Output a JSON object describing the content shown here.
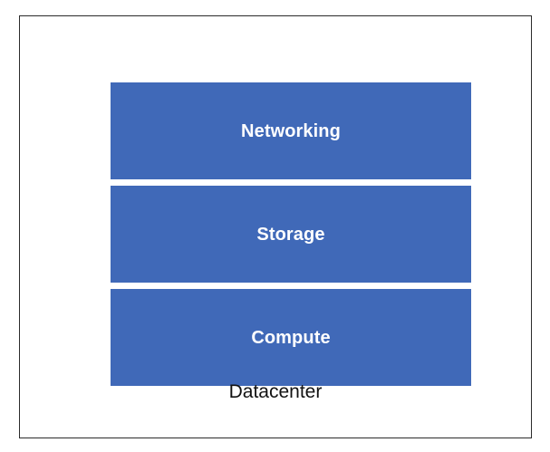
{
  "diagram": {
    "title": "Datacenter",
    "caption": "Datacenter",
    "type": "stacked-layers",
    "frame": {
      "border_color": "#2b2b2b",
      "background_color": "#ffffff"
    },
    "layer_color": "#4069b8",
    "layer_label_color": "#ffffff",
    "caption_color": "#121212",
    "layers": [
      {
        "label": "Networking",
        "order": 1
      },
      {
        "label": "Storage",
        "order": 2
      },
      {
        "label": "Compute",
        "order": 3
      }
    ]
  }
}
